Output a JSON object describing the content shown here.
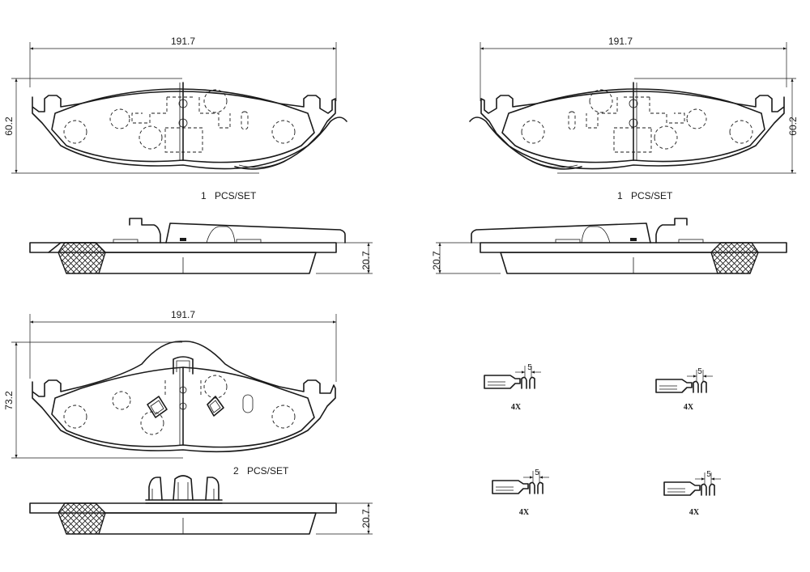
{
  "pads": {
    "top_left": {
      "width": "191.7",
      "height": "60.2",
      "qty": "1",
      "unit": "PCS/SET",
      "thickness": "20.7"
    },
    "top_right": {
      "width": "191.7",
      "height": "60.2",
      "qty": "1",
      "unit": "PCS/SET",
      "thickness": "20.7"
    },
    "bottom": {
      "width": "191.7",
      "height": "73.2",
      "qty": "2",
      "unit": "PCS/SET",
      "thickness": "20.7"
    }
  },
  "clips": [
    {
      "dim": "5",
      "qty": "4X"
    },
    {
      "dim": "5",
      "qty": "4X"
    },
    {
      "dim": "5",
      "qty": "4X"
    },
    {
      "dim": "5",
      "qty": "4X"
    }
  ]
}
